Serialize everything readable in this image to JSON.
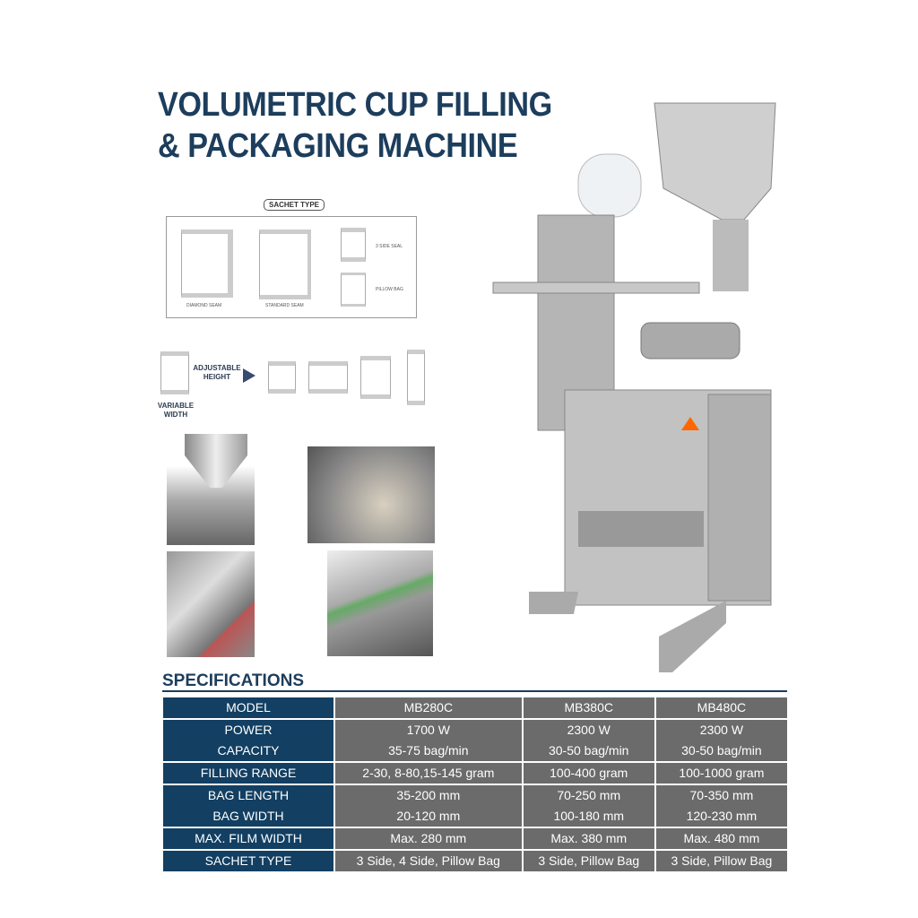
{
  "title": {
    "line1": "VOLUMETRIC CUP FILLING",
    "line2": "& PACKAGING MACHINE"
  },
  "sachet_type": {
    "label": "SACHET TYPE",
    "types": [
      "DIAMOND SEAM",
      "STANDARD SEAM",
      "3 SIDE SEAL",
      "PILLOW BAG"
    ]
  },
  "adjust": {
    "height_label": "ADJUSTABLE HEIGHT",
    "width_label": "VARIABLE WIDTH"
  },
  "specs": {
    "heading": "SPECIFICATIONS",
    "rows": [
      {
        "label": "MODEL",
        "values": [
          "MB280C",
          "MB380C",
          "MB480C"
        ]
      },
      {
        "label": "POWER",
        "values": [
          "1700 W",
          "2300 W",
          "2300 W"
        ]
      },
      {
        "label": "CAPACITY",
        "values": [
          "35-75 bag/min",
          "30-50 bag/min",
          "30-50 bag/min"
        ]
      },
      {
        "label": "FILLING RANGE",
        "values": [
          "2-30, 8-80,15-145 gram",
          "100-400 gram",
          "100-1000 gram"
        ]
      },
      {
        "label": "BAG LENGTH",
        "values": [
          "35-200 mm",
          "70-250 mm",
          "70-350 mm"
        ]
      },
      {
        "label": "BAG WIDTH",
        "values": [
          "20-120 mm",
          "100-180 mm",
          "120-230 mm"
        ]
      },
      {
        "label": "MAX. FILM WIDTH",
        "values": [
          "Max. 280 mm",
          "Max. 380 mm",
          "Max. 480 mm"
        ]
      },
      {
        "label": "SACHET TYPE",
        "values": [
          "3 Side, 4 Side, Pillow Bag",
          "3 Side, Pillow Bag",
          "3 Side, Pillow Bag"
        ]
      }
    ]
  },
  "colors": {
    "navy": "#1d3d5c",
    "table_label": "#123f62",
    "table_value": "#6b6b6b"
  }
}
